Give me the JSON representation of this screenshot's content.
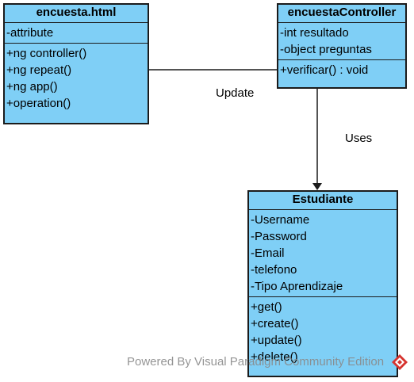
{
  "classes": {
    "encuesta": {
      "name": "encuesta.html",
      "attributes": [
        "-attribute"
      ],
      "operations": [
        "+ng controller()",
        "+ng repeat()",
        "+ng app()",
        "+operation()"
      ]
    },
    "controller": {
      "name": "encuestaController",
      "attributes": [
        "-int resultado",
        "-object preguntas"
      ],
      "operations": [
        "+verificar() : void"
      ]
    },
    "estudiante": {
      "name": "Estudiante",
      "attributes": [
        "-Username",
        "-Password",
        "-Email",
        "-telefono",
        "-Tipo Aprendizaje"
      ],
      "operations": [
        "+get()",
        "+create()",
        "+update()",
        "+delete()"
      ]
    }
  },
  "relations": {
    "update_label": "Update",
    "uses_label": "Uses"
  },
  "watermark": "Powered By  Visual Paradigm Community Edition",
  "colors": {
    "class_fill": "#7fcff6",
    "border": "#1b1b1b",
    "logo_red": "#d6332e"
  },
  "icons": {
    "watermark_logo": "visual-paradigm-logo-icon"
  }
}
